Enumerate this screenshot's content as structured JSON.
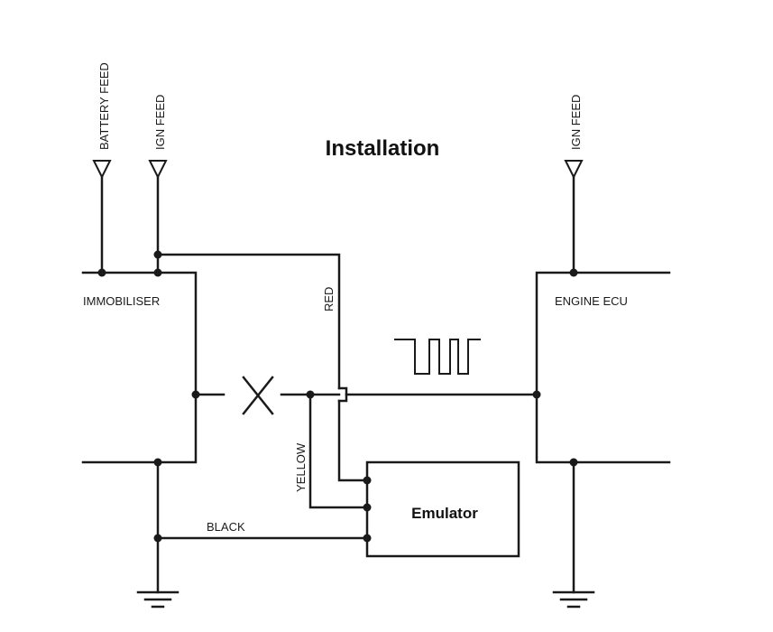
{
  "diagram": {
    "title": "Installation",
    "feeds": {
      "battery_feed": "BATTERY FEED",
      "ign_feed_left": "IGN FEED",
      "ign_feed_right": "IGN FEED"
    },
    "blocks": {
      "immobiliser": "IMMOBILISER",
      "engine_ecu": "ENGINE ECU",
      "emulator": "Emulator"
    },
    "wires": {
      "red": "RED",
      "yellow": "YELLOW",
      "black": "BLACK"
    }
  }
}
